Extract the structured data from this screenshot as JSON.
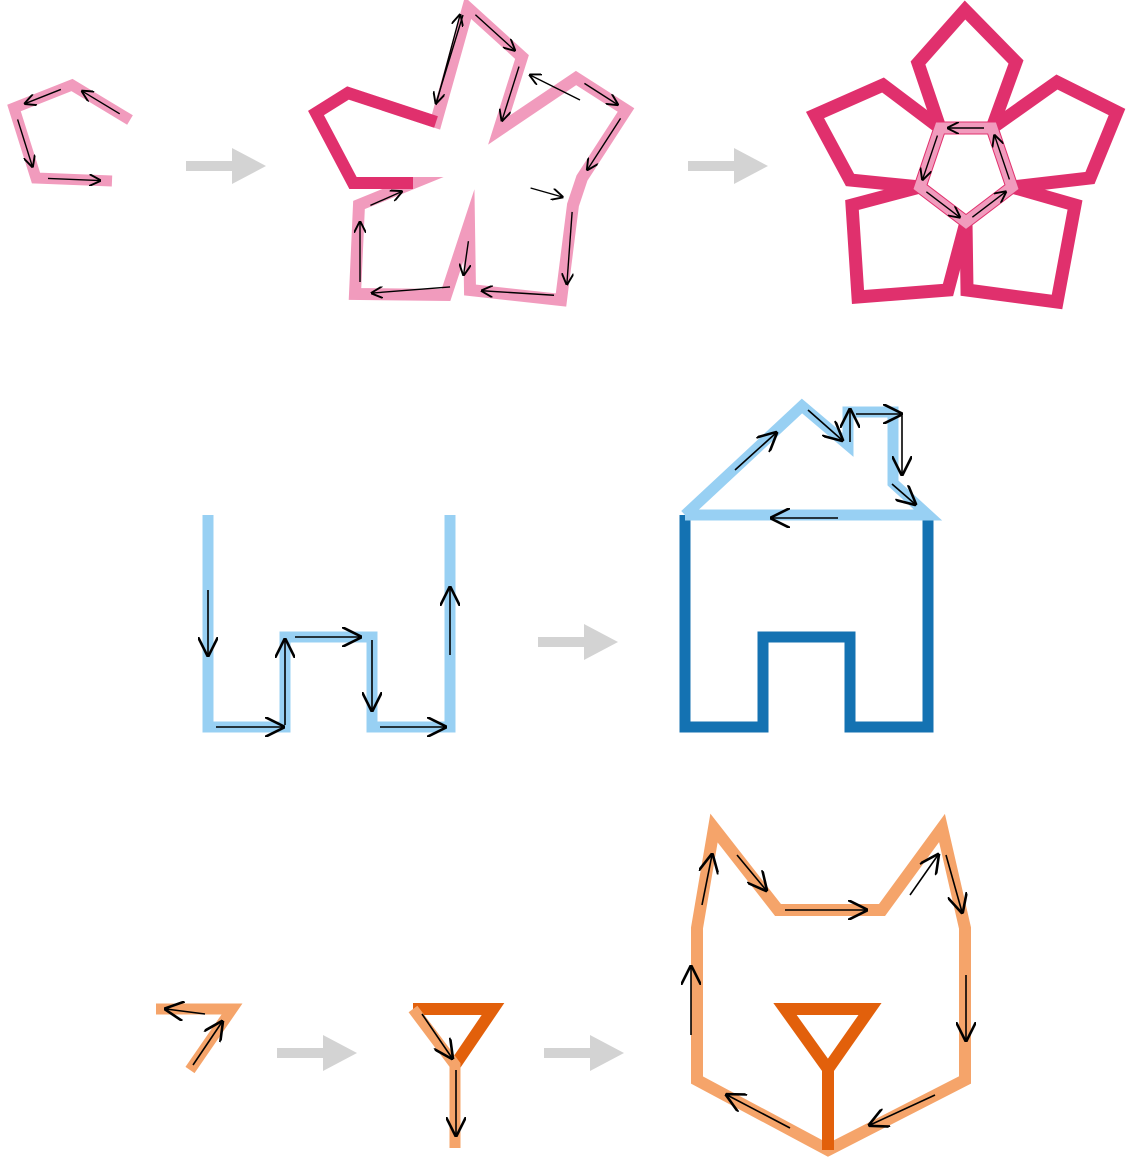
{
  "colors": {
    "pink_light": "#f19bbd",
    "pink_dark": "#e0306d",
    "blue_light": "#98d0f3",
    "blue_dark": "#1472b2",
    "orange_light": "#f5a46a",
    "orange_dark": "#e2600b",
    "arrow": "#000000",
    "transition_arrow": "#d3d3d3"
  },
  "rows": [
    {
      "id": "flower",
      "stages": 3,
      "step_icon": "flower-petal-path",
      "result_icon": "flower"
    },
    {
      "id": "house",
      "stages": 2,
      "step_icon": "u-shaped-path",
      "result_icon": "house"
    },
    {
      "id": "cat",
      "stages": 3,
      "step_icon": "cat-ear-path",
      "result_icon": "cat-face"
    }
  ]
}
